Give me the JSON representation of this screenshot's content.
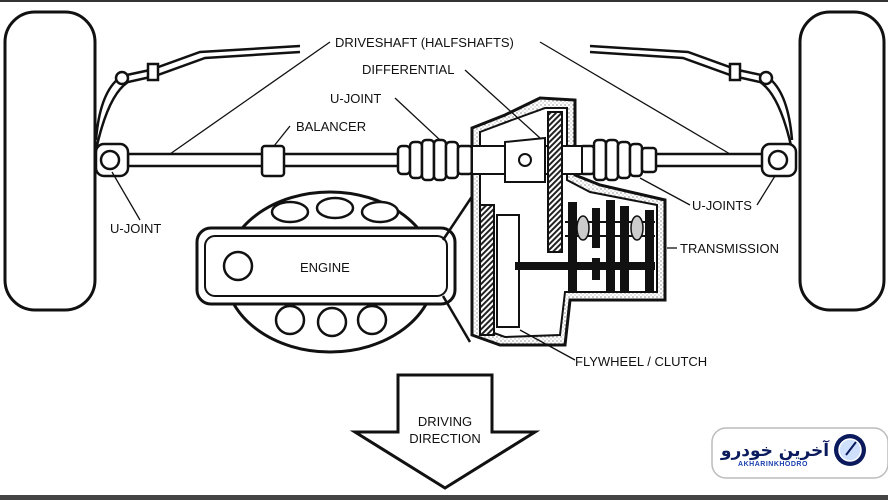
{
  "labels": {
    "driveshaft": "DRIVESHAFT (HALFSHAFTS)",
    "differential": "DIFFERENTIAL",
    "u_joint_top": "U-JOINT",
    "balancer": "BALANCER",
    "u_joint_left": "U-JOINT",
    "u_joints_right": "U-JOINTS",
    "transmission": "TRANSMISSION",
    "engine": "ENGINE",
    "flywheel_clutch": "FLYWHEEL / CLUTCH",
    "driving_direction_line1": "DRIVING",
    "driving_direction_line2": "DIRECTION"
  },
  "logo": {
    "text_fa": "آخرین خودرو",
    "text_en": "AKHARINKHODRO",
    "colors": {
      "navy": "#0a1a5c",
      "blue": "#1a3fb0"
    }
  }
}
